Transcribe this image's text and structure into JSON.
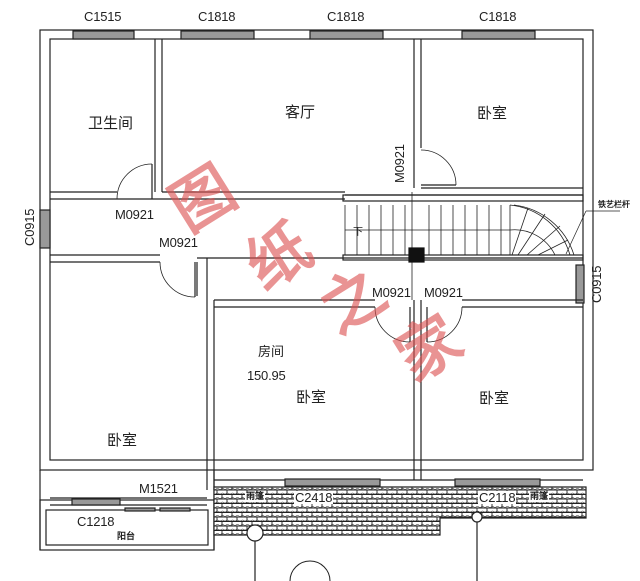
{
  "drawing": {
    "type": "architectural floor plan",
    "line_color": "#222222",
    "watermark_color": "#e07070"
  },
  "windows_top": [
    {
      "code": "C1515"
    },
    {
      "code": "C1818"
    },
    {
      "code": "C1818"
    },
    {
      "code": "C1818"
    }
  ],
  "windows_side": {
    "left": "C0915",
    "right": "C0915"
  },
  "windows_bottom": {
    "balcony": "C1218",
    "center": "C2418",
    "right": "C2118"
  },
  "doors": {
    "bathroom": "M0921",
    "hall_left": "M0921",
    "top_right_bedroom": "M0921",
    "center_left": "M0921",
    "center_right": "M0921",
    "balcony": "M1521"
  },
  "rooms": {
    "bathroom": "卫生间",
    "living_room": "客厅",
    "bedroom_top_right": "卧室",
    "bedroom_left": "卧室",
    "bedroom_center": "卧室",
    "bedroom_right": "卧室",
    "balcony": "阳台",
    "room_label": "房间",
    "room_area": "150.95"
  },
  "stairs": {
    "direction": "下",
    "railing_note": "铁艺栏杆"
  },
  "canopy": {
    "left": "雨篷",
    "right": "雨篷"
  },
  "watermark": [
    "图",
    "纸",
    "之",
    "家"
  ]
}
